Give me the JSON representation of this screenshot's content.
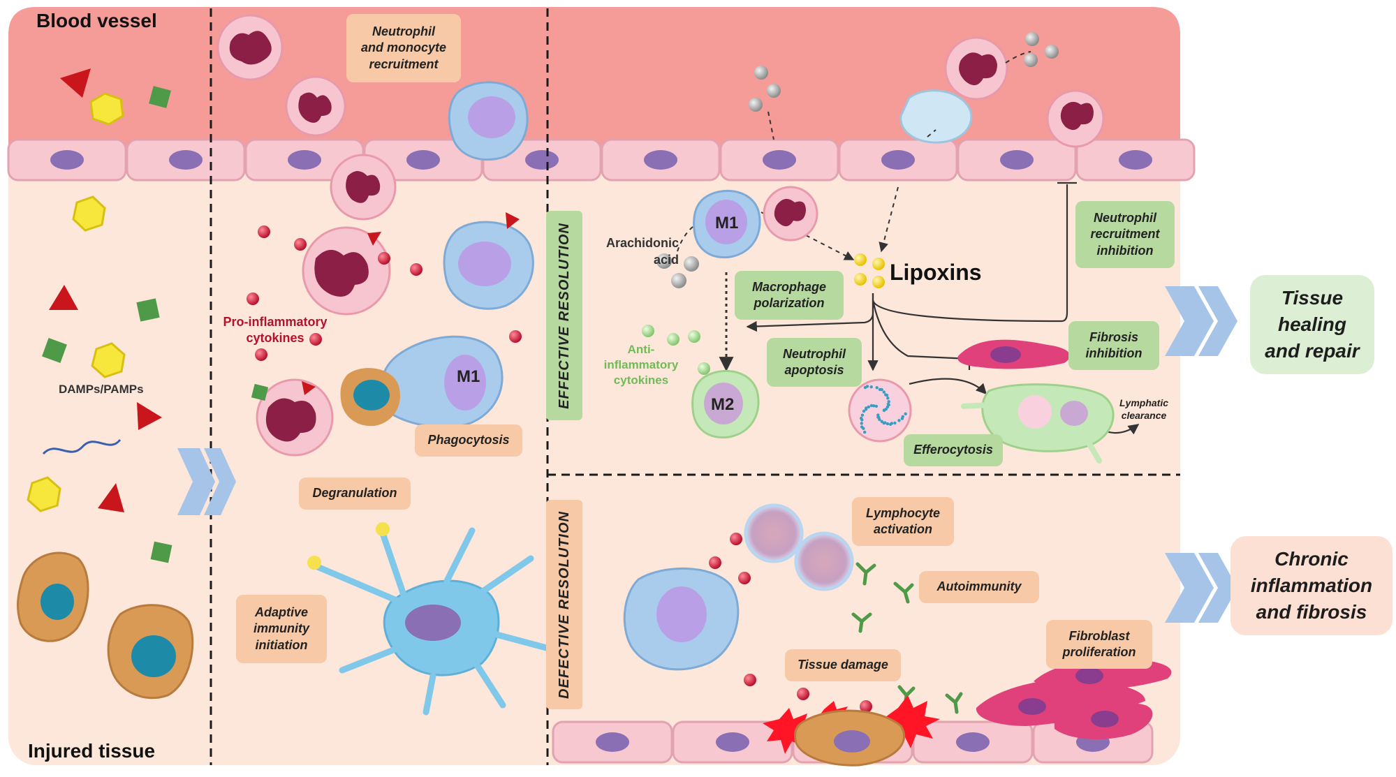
{
  "regions": {
    "blood_vessel": "Blood vessel",
    "injured_tissue": "Injured tissue"
  },
  "phases": {
    "effective": "EFFECTIVE RESOLUTION",
    "defective": "DEFECTIVE RESOLUTION"
  },
  "labels": {
    "damps": "DAMPs/PAMPs",
    "pro_inflammatory": [
      "Pro-inflammatory",
      "cytokines"
    ],
    "arachidonic": [
      "Arachidonic",
      "acid"
    ],
    "lipoxins": "Lipoxins",
    "anti_inflammatory": [
      "Anti-",
      "inflammatory",
      "cytokines"
    ],
    "lymphatic": [
      "Lymphatic",
      "clearance"
    ],
    "m1": "M1",
    "m2": "M2"
  },
  "boxes": {
    "neutrophil_recruitment": [
      "Neutrophil",
      "and monocyte",
      "recruitment"
    ],
    "phagocytosis": "Phagocytosis",
    "degranulation": "Degranulation",
    "adaptive": [
      "Adaptive",
      "immunity",
      "initiation"
    ],
    "macrophage_polarization": [
      "Macrophage",
      "polarization"
    ],
    "neutrophil_apoptosis": [
      "Neutrophil",
      "apoptosis"
    ],
    "neutrophil_recruitment_inhibition": [
      "Neutrophil",
      "recruitment",
      "inhibition"
    ],
    "fibrosis_inhibition": [
      "Fibrosis",
      "inhibition"
    ],
    "efferocytosis": "Efferocytosis",
    "lymphocyte_activation": [
      "Lymphocyte",
      "activation"
    ],
    "autoimmunity": "Autoimmunity",
    "tissue_damage": "Tissue damage",
    "fibroblast_proliferation": [
      "Fibroblast",
      "proliferation"
    ]
  },
  "outcomes": {
    "healing": [
      "Tissue",
      "healing",
      "and repair"
    ],
    "chronic": [
      "Chronic",
      "inflammation",
      "and fibrosis"
    ]
  },
  "colors": {
    "vessel": "#f59b98",
    "tissue": "#fde6da",
    "endothelium": "#f7c8cf",
    "nucleus": "#8a6fb5",
    "orange_box": "#f7c9a6",
    "green_box": "#b6d9a0",
    "chevron": "#a6c4e8",
    "cytokine_red": "#c8203a",
    "cytokine_green": "#9ed48a",
    "lipoxin": "#f5d21e",
    "lymphatic_text": "#222222"
  }
}
